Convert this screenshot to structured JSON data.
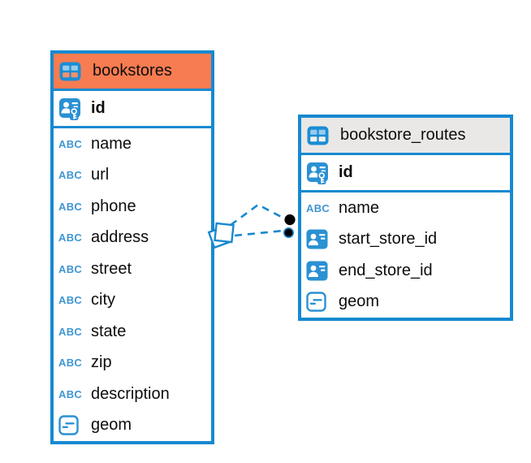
{
  "colors": {
    "table_border_blue": "#1789d0",
    "icon_blue": "#2a91d4",
    "abc_text_blue": "#3f96d2",
    "bookstores_header_orange": "#f87c51",
    "routes_header_gray": "#e9e8e6",
    "connector_blue": "#1789d0",
    "endpoint_black": "#000000",
    "row_text": "#0d0d0d"
  },
  "tables": [
    {
      "name": "bookstores",
      "header_style": "orange",
      "columns": [
        {
          "name": "id",
          "type": "primary-key"
        },
        {
          "name": "name",
          "type": "text"
        },
        {
          "name": "url",
          "type": "text"
        },
        {
          "name": "phone",
          "type": "text"
        },
        {
          "name": "address",
          "type": "text"
        },
        {
          "name": "street",
          "type": "text"
        },
        {
          "name": "city",
          "type": "text"
        },
        {
          "name": "state",
          "type": "text"
        },
        {
          "name": "zip",
          "type": "text"
        },
        {
          "name": "description",
          "type": "text"
        },
        {
          "name": "geom",
          "type": "geometry"
        }
      ]
    },
    {
      "name": "bookstore_routes",
      "header_style": "gray",
      "columns": [
        {
          "name": "id",
          "type": "primary-key"
        },
        {
          "name": "name",
          "type": "text"
        },
        {
          "name": "start_store_id",
          "type": "foreign-key"
        },
        {
          "name": "end_store_id",
          "type": "foreign-key"
        },
        {
          "name": "geom",
          "type": "geometry"
        }
      ]
    }
  ],
  "relationships": [
    {
      "from_table": "bookstores",
      "from_column": "id",
      "to_table": "bookstore_routes",
      "to_column": "start_store_id",
      "line_style": "dashed"
    },
    {
      "from_table": "bookstores",
      "from_column": "id",
      "to_table": "bookstore_routes",
      "to_column": "end_store_id",
      "line_style": "dashed"
    }
  ]
}
